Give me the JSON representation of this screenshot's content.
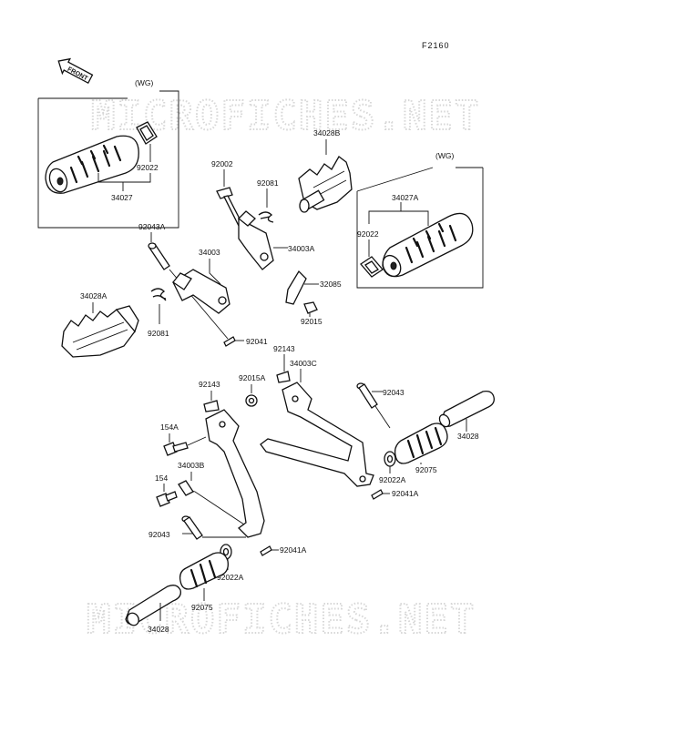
{
  "figure_code": "F2160",
  "watermark": "MICROFICHES.NET",
  "front_arrow": "FRONT",
  "variant_tag": "(WG)",
  "labels": {
    "p92022_l": "92022",
    "p34027": "34027",
    "p92002": "92002",
    "p92081_t": "92081",
    "p34028B": "34028B",
    "p34027A": "34027A",
    "p92022_r": "92022",
    "p92043A": "92043A",
    "p34003": "34003",
    "p34003A": "34003A",
    "p32085": "32085",
    "p92015": "92015",
    "p34028A": "34028A",
    "p92081_b": "92081",
    "p92041": "92041",
    "p92143_a": "92143",
    "p34003C": "34003C",
    "p92143_b": "92143",
    "p92015A": "92015A",
    "p92043_r": "92043",
    "p154A": "154A",
    "p34028_r": "34028",
    "p34003B": "34003B",
    "p92075_r": "92075",
    "p92022A_r": "92022A",
    "p154": "154",
    "p92041A_r": "92041A",
    "p92043_l": "92043",
    "p92041A_l": "92041A",
    "p92022A_l": "92022A",
    "p92075_l": "92075",
    "p34028_l": "34028"
  }
}
